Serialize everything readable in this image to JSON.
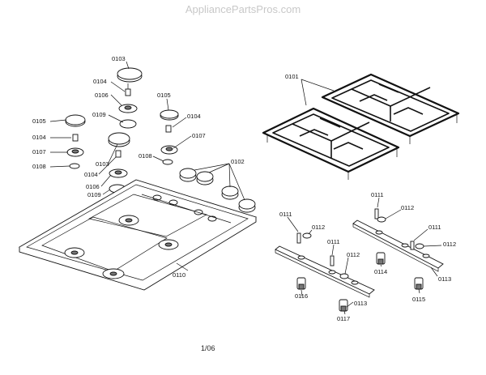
{
  "watermark": "AppliancePartsPros.com",
  "page_number": "1/06",
  "callouts": [
    {
      "id": "c1",
      "text": "0103"
    },
    {
      "id": "c2",
      "text": "0104"
    },
    {
      "id": "c3",
      "text": "0106"
    },
    {
      "id": "c4",
      "text": "0109"
    },
    {
      "id": "c5",
      "text": "0105"
    },
    {
      "id": "c6",
      "text": "0104"
    },
    {
      "id": "c7",
      "text": "0107"
    },
    {
      "id": "c8",
      "text": "0105"
    },
    {
      "id": "c9",
      "text": "0104"
    },
    {
      "id": "c10",
      "text": "0107"
    },
    {
      "id": "c11",
      "text": "0108"
    },
    {
      "id": "c12",
      "text": "0103"
    },
    {
      "id": "c13",
      "text": "0104"
    },
    {
      "id": "c14",
      "text": "0106"
    },
    {
      "id": "c15",
      "text": "0109"
    },
    {
      "id": "c16",
      "text": "0108"
    },
    {
      "id": "c17",
      "text": "0102"
    },
    {
      "id": "c18",
      "text": "0110"
    },
    {
      "id": "c19",
      "text": "0101"
    },
    {
      "id": "c20",
      "text": "0111"
    },
    {
      "id": "c21",
      "text": "0112"
    },
    {
      "id": "c22",
      "text": "0111"
    },
    {
      "id": "c23",
      "text": "0112"
    },
    {
      "id": "c24",
      "text": "0116"
    },
    {
      "id": "c25",
      "text": "0113"
    },
    {
      "id": "c26",
      "text": "0117"
    },
    {
      "id": "c27",
      "text": "0111"
    },
    {
      "id": "c28",
      "text": "0112"
    },
    {
      "id": "c29",
      "text": "0111"
    },
    {
      "id": "c30",
      "text": "0112"
    },
    {
      "id": "c31",
      "text": "0114"
    },
    {
      "id": "c32",
      "text": "0113"
    },
    {
      "id": "c33",
      "text": "0115"
    }
  ]
}
